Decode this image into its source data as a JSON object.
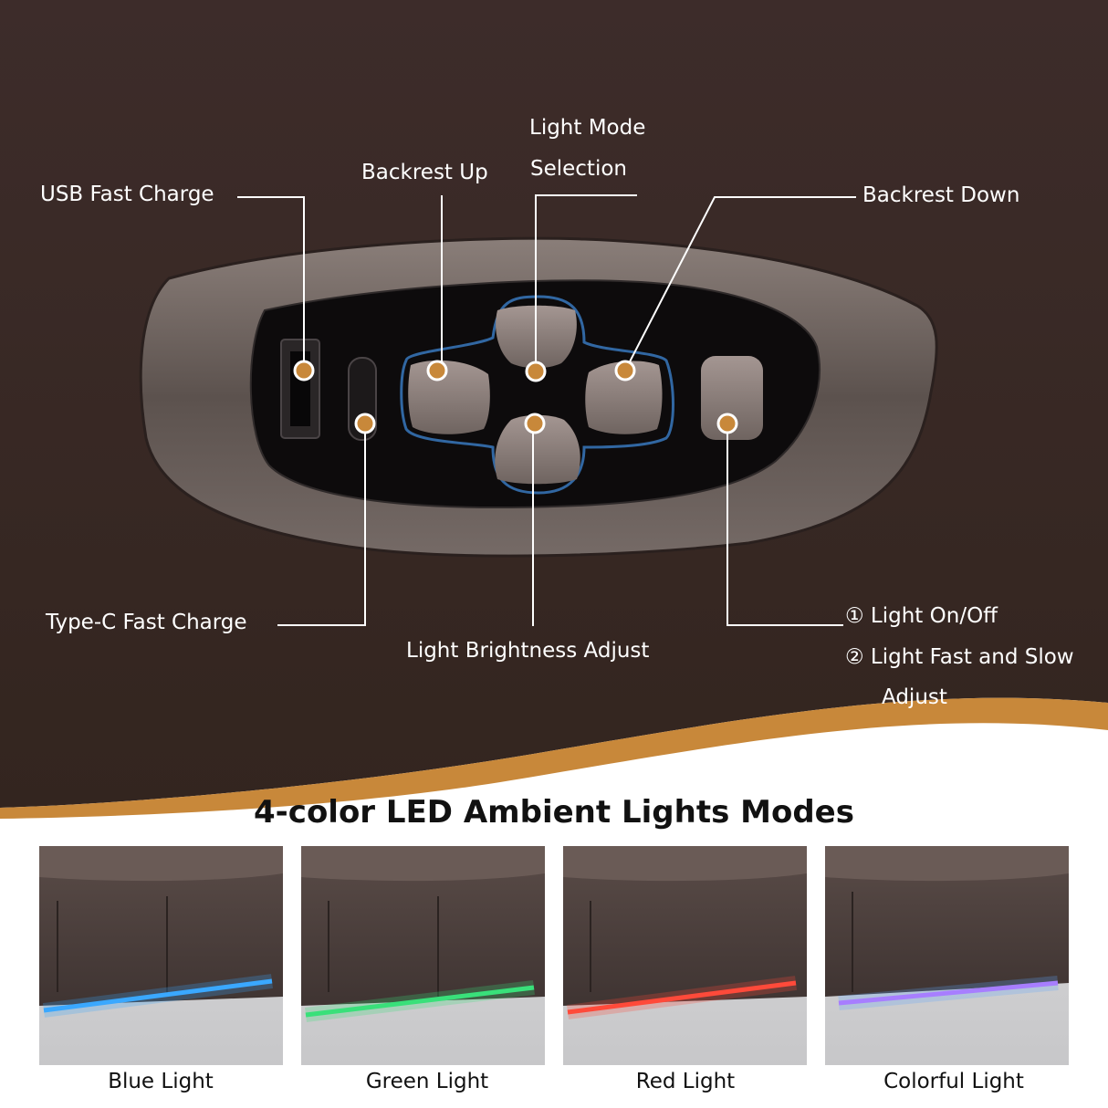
{
  "colors": {
    "background_leather": "#3a2a28",
    "accent_gold": "#c8883a",
    "bezel": "#6b5f5b",
    "dot": "#c8883a"
  },
  "callouts": {
    "usb": "USB Fast Charge",
    "backrest_up": "Backrest Up",
    "light_mode_line1": "Light Mode",
    "light_mode_line2": "Selection",
    "backrest_down": "Backrest Down",
    "type_c": "Type-C Fast Charge",
    "brightness": "Light Brightness Adjust",
    "on_off": "① Light On/Off",
    "fast_slow_line1": "② Light Fast and Slow",
    "fast_slow_line2": "Adjust"
  },
  "section_title": "4-color LED Ambient Lights Modes",
  "modes": [
    {
      "label": "Blue Light",
      "glow": "#3aa8ff"
    },
    {
      "label": "Green Light",
      "glow": "#39e07a"
    },
    {
      "label": "Red Light",
      "glow": "#ff4a3a"
    },
    {
      "label": "Colorful Light",
      "glow": "#c070ff"
    }
  ]
}
